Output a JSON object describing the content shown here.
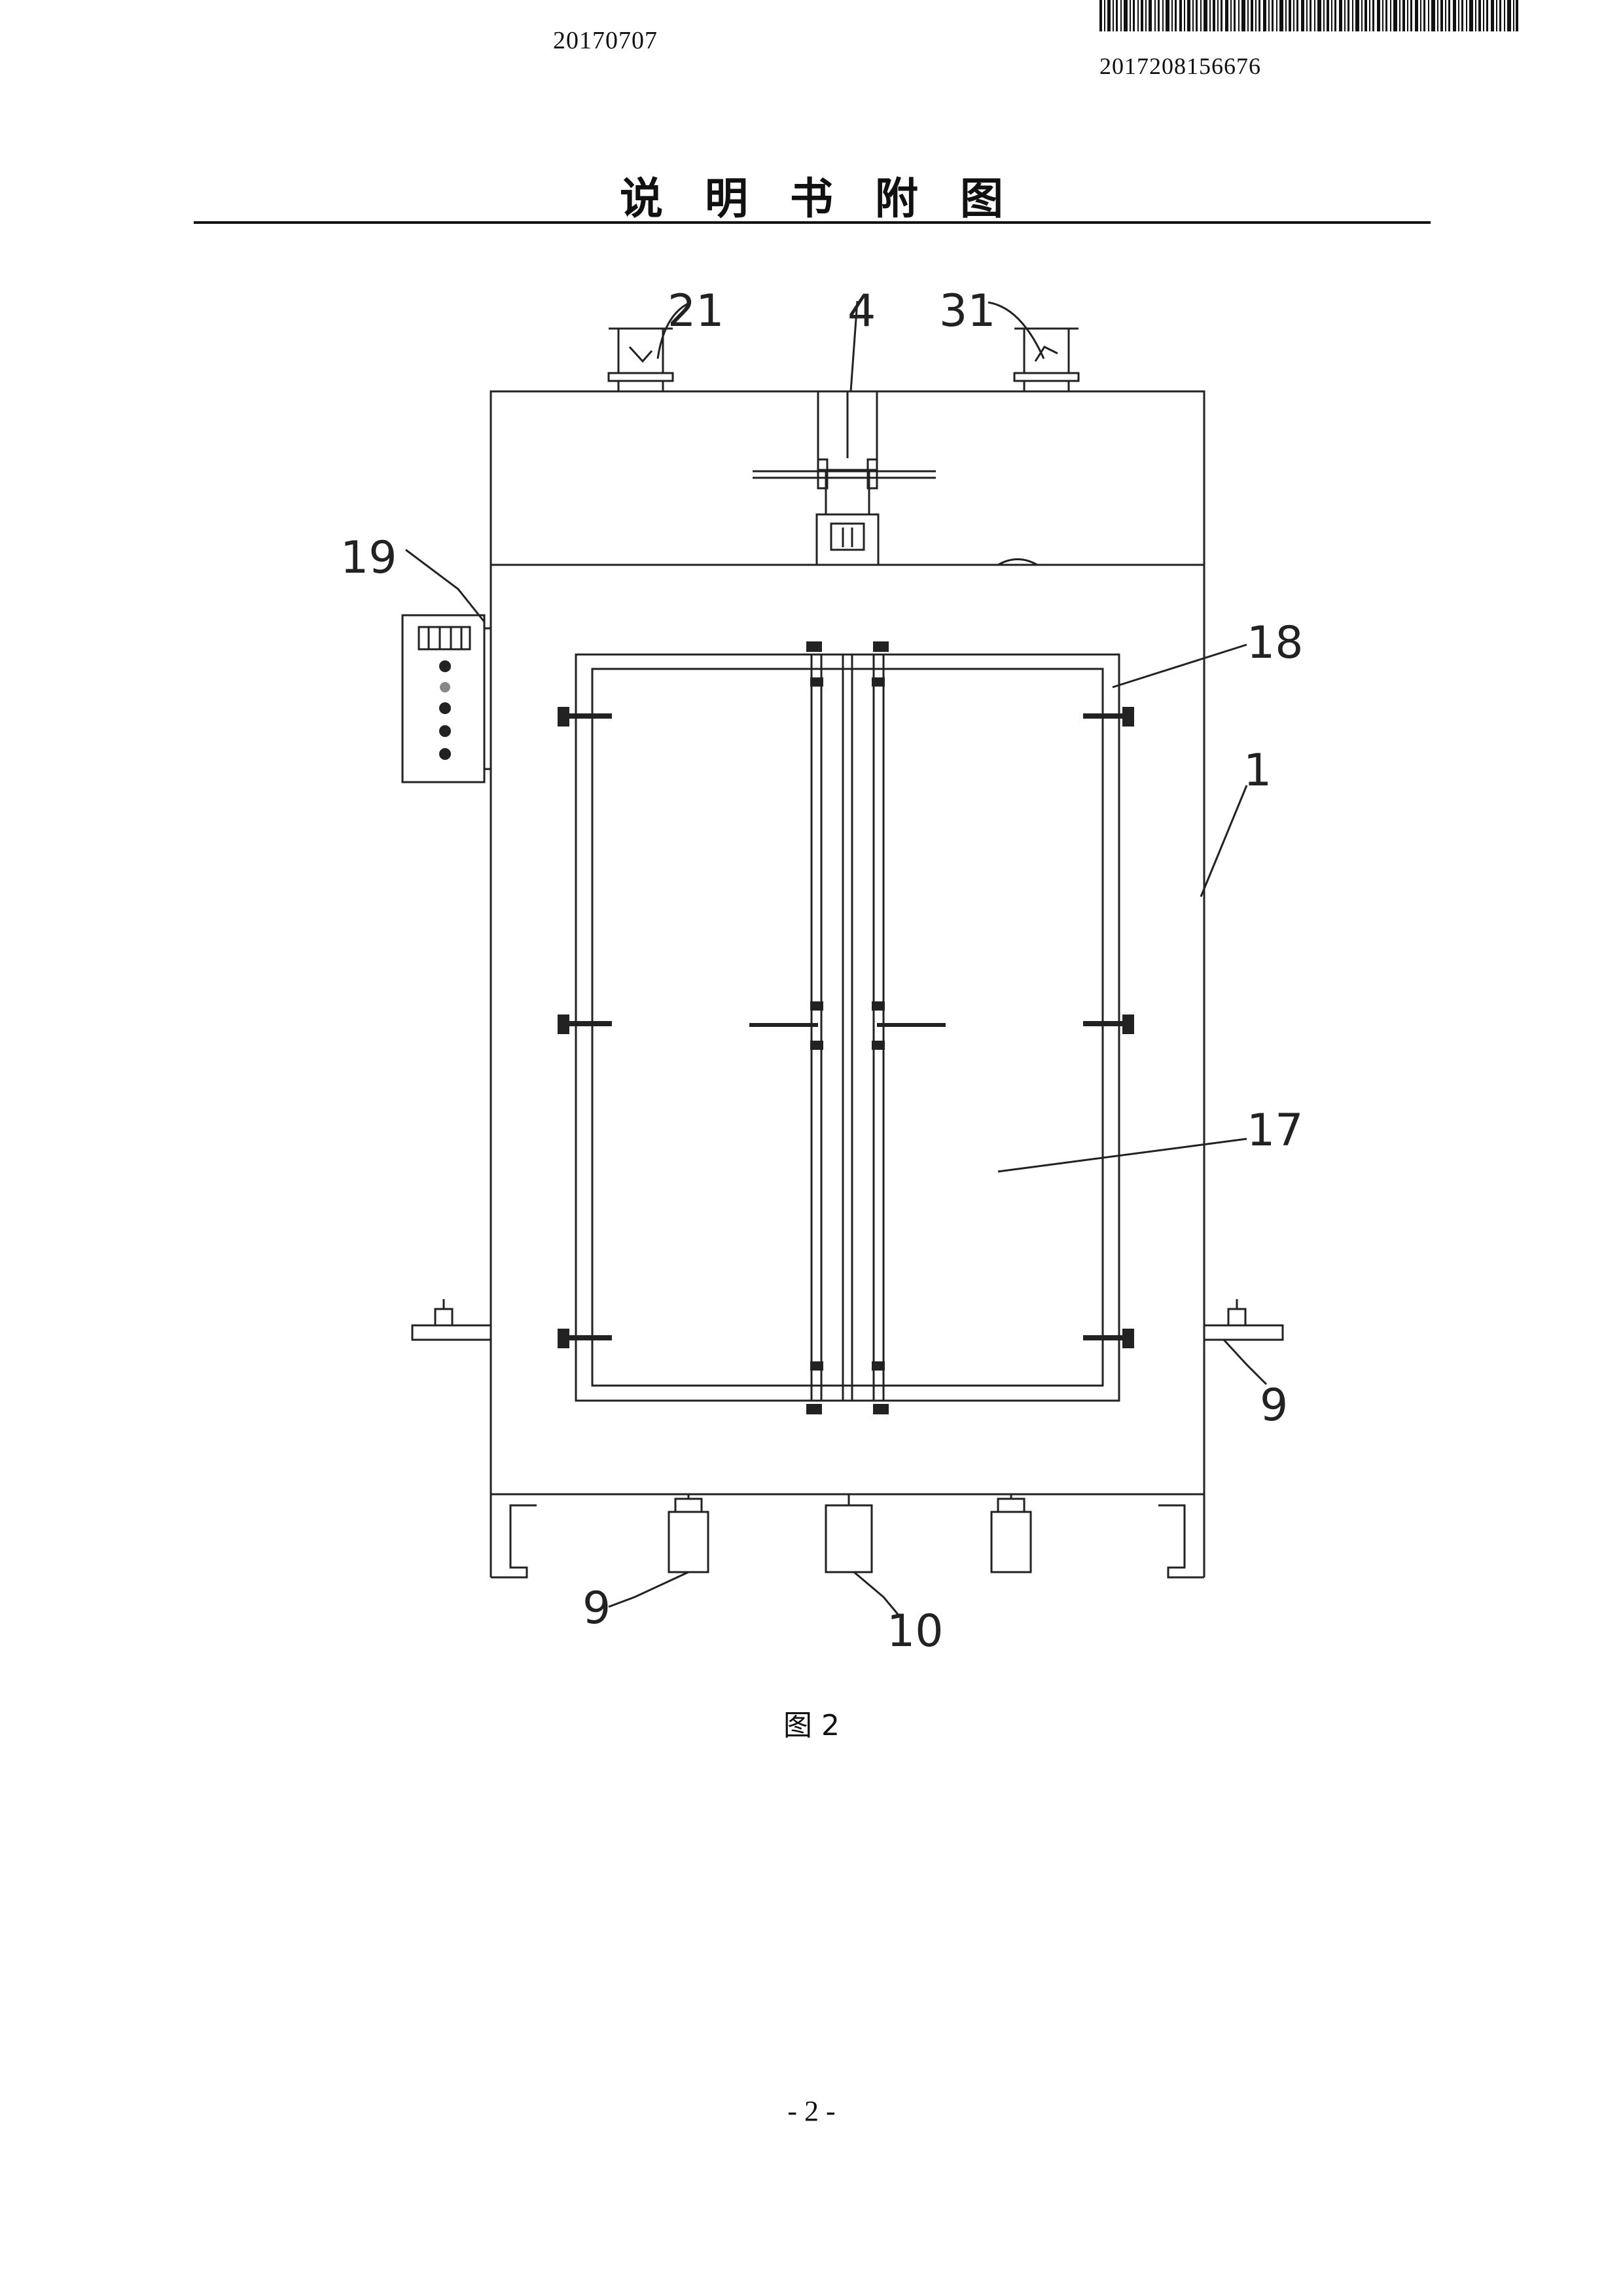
{
  "header": {
    "date": "20170707",
    "application_number": "2017208156676"
  },
  "title": "说明书附图",
  "figure": {
    "caption": "图 2",
    "callouts": {
      "c21": "21",
      "c4": "4",
      "c31": "31",
      "c19": "19",
      "c18": "18",
      "c1": "1",
      "c17": "17",
      "c9_right": "9",
      "c9_bottom": "9",
      "c10": "10"
    }
  },
  "footer": {
    "page_number": "- 2 -"
  }
}
